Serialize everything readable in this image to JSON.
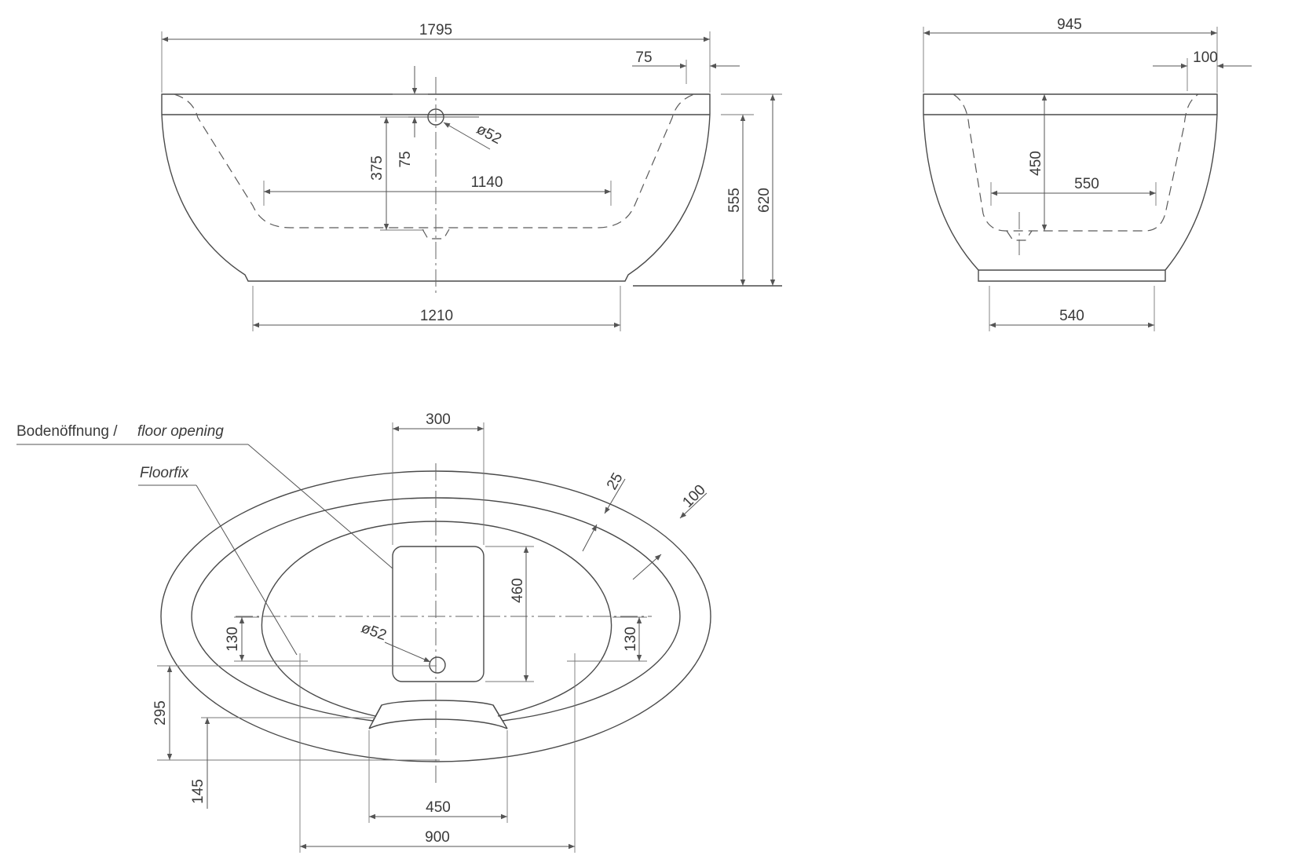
{
  "labels": {
    "floor_opening_de": "Bodenöffnung /",
    "floor_opening_en": "floor opening",
    "floorfix": "Floorfix"
  },
  "side_view": {
    "overall_length": "1795",
    "rim_offset": "75",
    "inner_depth": "375",
    "overflow_offset": "75",
    "overflow_diameter": "ø52",
    "inner_bottom_length": "1140",
    "height_to_rim": "555",
    "total_height": "620",
    "base_length": "1210"
  },
  "end_view": {
    "overall_width": "945",
    "rim_offset": "100",
    "inner_depth": "450",
    "inner_bottom_width": "550",
    "base_width": "540"
  },
  "plan_view": {
    "floor_opening_width": "300",
    "floor_opening_length": "460",
    "rim_width": "25",
    "rim_outer": "100",
    "drain_diameter": "ø52",
    "floorfix_left_offset": "130",
    "floorfix_right_offset": "130",
    "drain_from_edge": "295",
    "edge_offset": "145",
    "notch_width": "450",
    "floorfix_spacing": "900"
  }
}
